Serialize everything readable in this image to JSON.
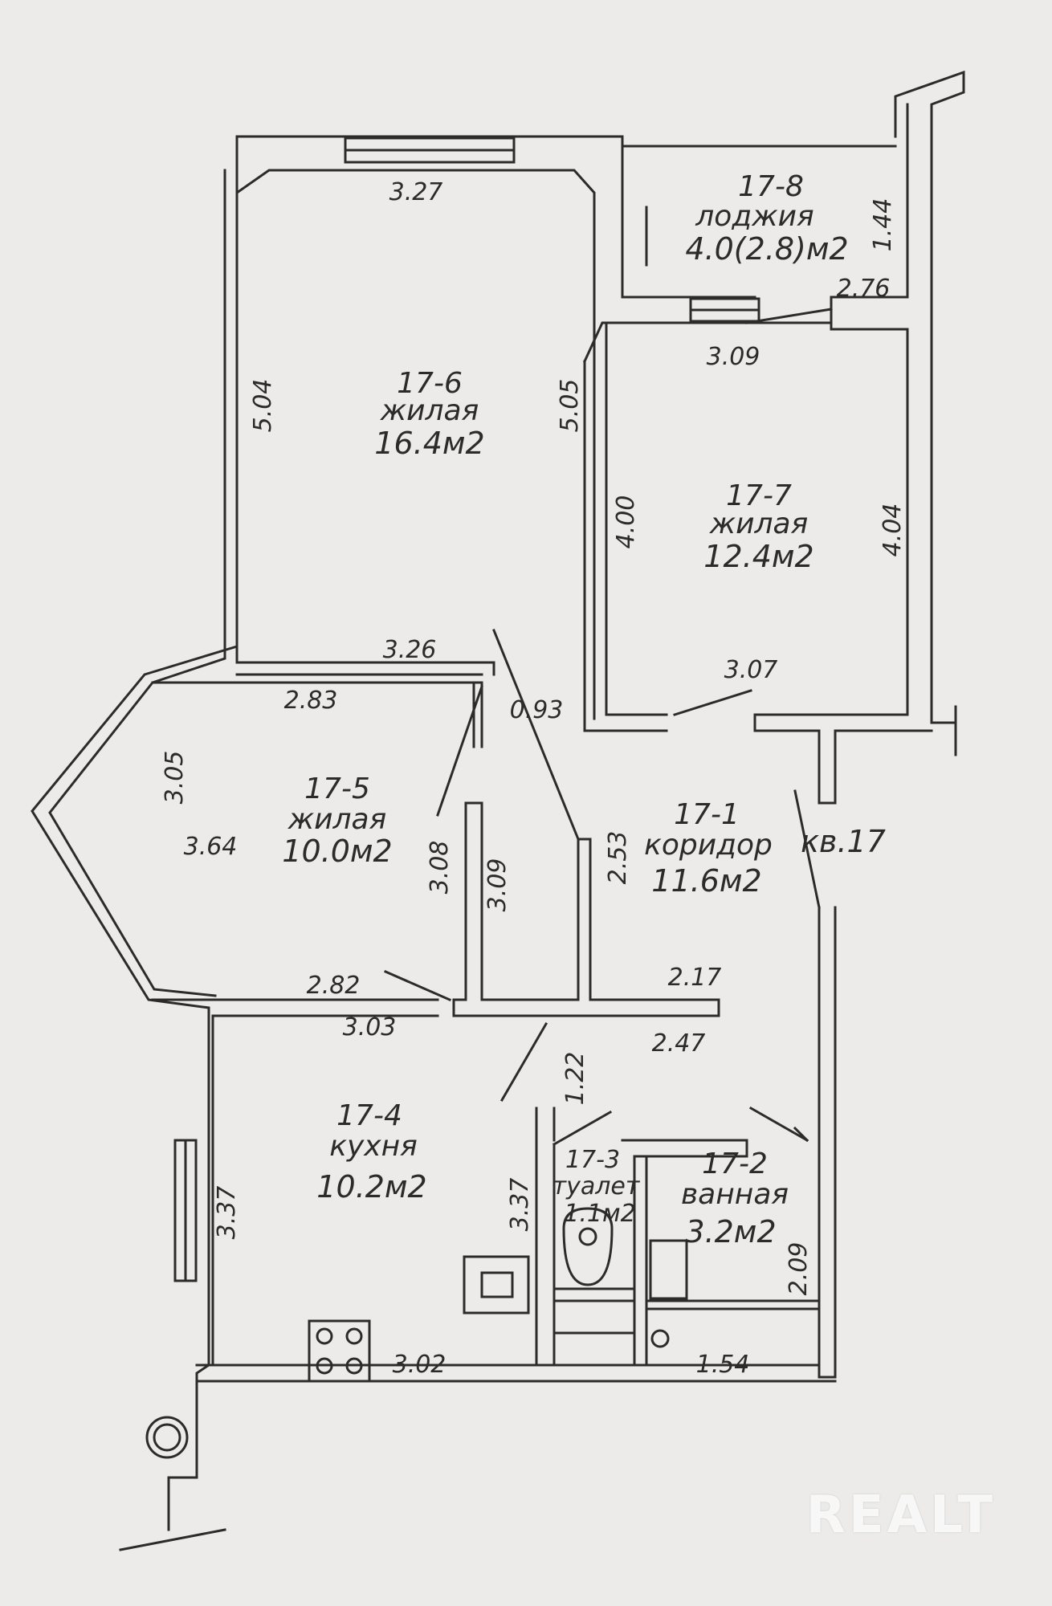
{
  "colors": {
    "paper": "#ecebe9",
    "ink": "#2b2b2b"
  },
  "rooms": [
    {
      "id": "17-8",
      "type": "лоджия",
      "area": "4.0(2.8)м2"
    },
    {
      "id": "17-6",
      "type": "жилая",
      "area": "16.4м2"
    },
    {
      "id": "17-7",
      "type": "жилая",
      "area": "12.4м2"
    },
    {
      "id": "17-5",
      "type": "жилая",
      "area": "10.0м2"
    },
    {
      "id": "17-1",
      "type": "коридор",
      "area": "11.6м2"
    },
    {
      "id": "17-4",
      "type": "кухня",
      "area": "10.2м2"
    },
    {
      "id": "17-3",
      "type": "туалет",
      "area": "1.1м2"
    },
    {
      "id": "17-2",
      "type": "ванная",
      "area": "3.2м2"
    }
  ],
  "apartment_label": "кв.17",
  "dimensions": {
    "d_3_27": "3.27",
    "d_5_04": "5.04",
    "d_5_05": "5.05",
    "d_1_44": "1.44",
    "d_2_76": "2.76",
    "d_3_09_top": "3.09",
    "d_4_00": "4.00",
    "d_4_04": "4.04",
    "d_3_26": "3.26",
    "d_3_07": "3.07",
    "d_2_83": "2.83",
    "d_0_93": "0.93",
    "d_3_05": "3.05",
    "d_3_64": "3.64",
    "d_3_08": "3.08",
    "d_3_09_mid": "3.09",
    "d_2_53": "2.53",
    "d_2_82": "2.82",
    "d_2_17": "2.17",
    "d_3_03": "3.03",
    "d_2_47": "2.47",
    "d_1_22": "1.22",
    "d_3_37_left": "3.37",
    "d_3_37_mid": "3.37",
    "d_2_09": "2.09",
    "d_3_02": "3.02",
    "d_1_54": "1.54"
  },
  "watermark": "REALT"
}
